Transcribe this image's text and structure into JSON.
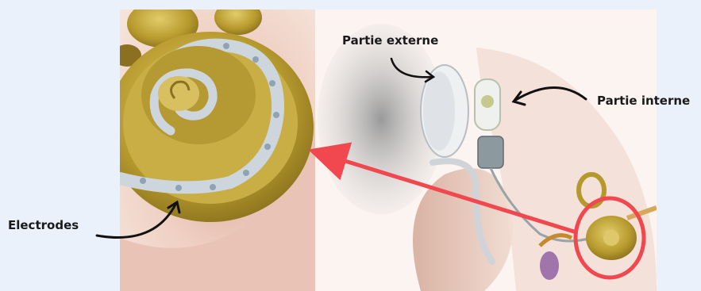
{
  "labels": {
    "external_part": "Partie externe",
    "internal_part": "Partie interne",
    "electrodes": "Electrodes"
  },
  "colors": {
    "page_background": "#eaf1fb",
    "highlight": "#f0484e",
    "cochlea": "#b49a2c",
    "electrode": "#cdd6dc"
  }
}
